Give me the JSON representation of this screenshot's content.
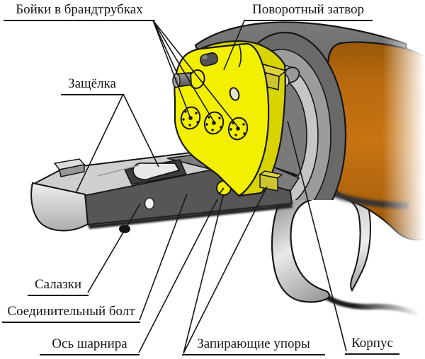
{
  "diagram": {
    "type": "technical-illustration",
    "labels": {
      "firing_pins": "Бойки в брандтрубках",
      "rotary_bolt": "Поворотный затвор",
      "latch": "Защёлка",
      "sled": "Салазки",
      "connecting_bolt": "Соединительный болт",
      "hinge_axis": "Ось шарнира",
      "locking_lugs": "Запирающие упоры",
      "body": "Корпус"
    },
    "colors": {
      "bolt_yellow": "#f2ef00",
      "bolt_side_yellow": "#d8d400",
      "lug_olive": "#cdc52f",
      "lug_olive_top": "#ded43a",
      "body_orange": "#b9690f",
      "frame_gray": "#696969",
      "outline": "#161616",
      "background": "#ffffff"
    }
  }
}
